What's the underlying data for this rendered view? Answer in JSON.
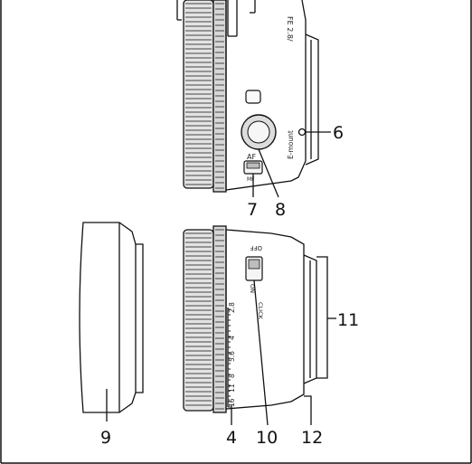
{
  "callouts": {
    "c6": "6",
    "c7": "7",
    "c8": "8",
    "c9": "9",
    "c4": "4",
    "c10": "10",
    "c11": "11",
    "c12": "12"
  },
  "lens_text": {
    "model": "FE 2.8/",
    "mount": "E-mount",
    "af": "AF",
    "mf": "MF",
    "off": "OFF",
    "click": "CLICK",
    "on": "ON",
    "aperture_scale": [
      "2.8",
      "4",
      "5.6",
      "8",
      "11",
      "16"
    ]
  },
  "colors": {
    "line": "#111111",
    "body": "#f2f2f2",
    "ring": "#d9d9d9",
    "shade": "#cfcfcf"
  }
}
